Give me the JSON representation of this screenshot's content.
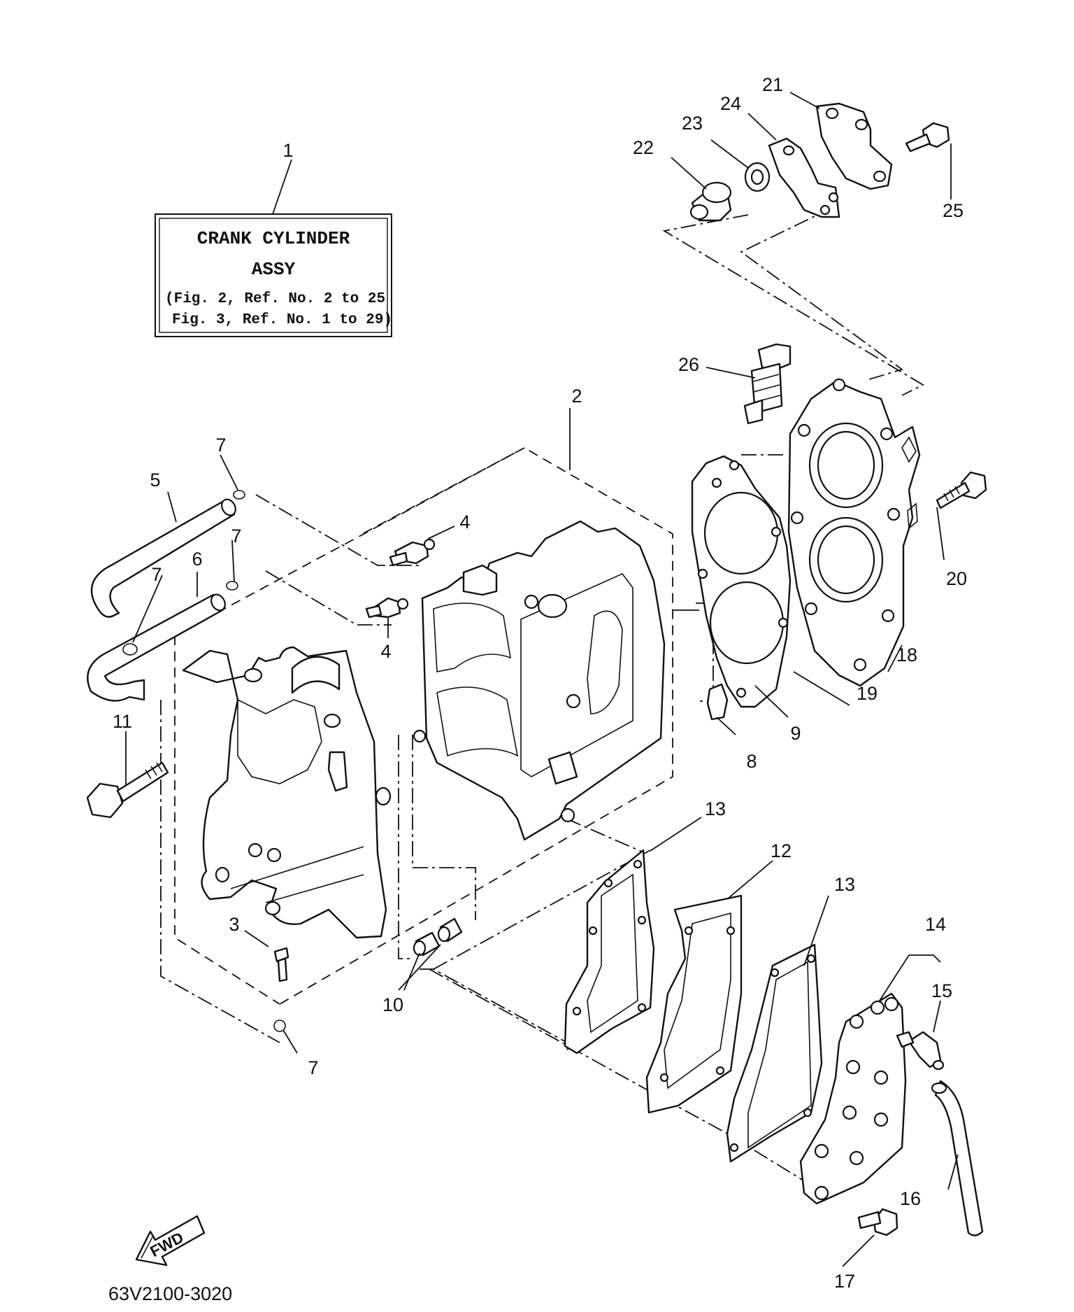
{
  "title_box": {
    "ref_no": "1",
    "line1": "CRANK CYLINDER",
    "line2": "ASSY",
    "line3": "(Fig. 2, Ref. No. 2 to 25",
    "line4": "Fig. 3, Ref. No. 1 to 29)"
  },
  "callouts": {
    "c2": "2",
    "c3": "3",
    "c4a": "4",
    "c4b": "4",
    "c5": "5",
    "c6": "6",
    "c7a": "7",
    "c7b": "7",
    "c7c": "7",
    "c7d": "7",
    "c8": "8",
    "c9": "9",
    "c10": "10",
    "c11": "11",
    "c12": "12",
    "c13a": "13",
    "c13b": "13",
    "c14": "14",
    "c15": "15",
    "c16": "16",
    "c17": "17",
    "c18": "18",
    "c19": "19",
    "c20": "20",
    "c21": "21",
    "c22": "22",
    "c23": "23",
    "c24": "24",
    "c25": "25",
    "c26": "26"
  },
  "fwd_label": "FWD",
  "diagram_code": "63V2100-3020"
}
